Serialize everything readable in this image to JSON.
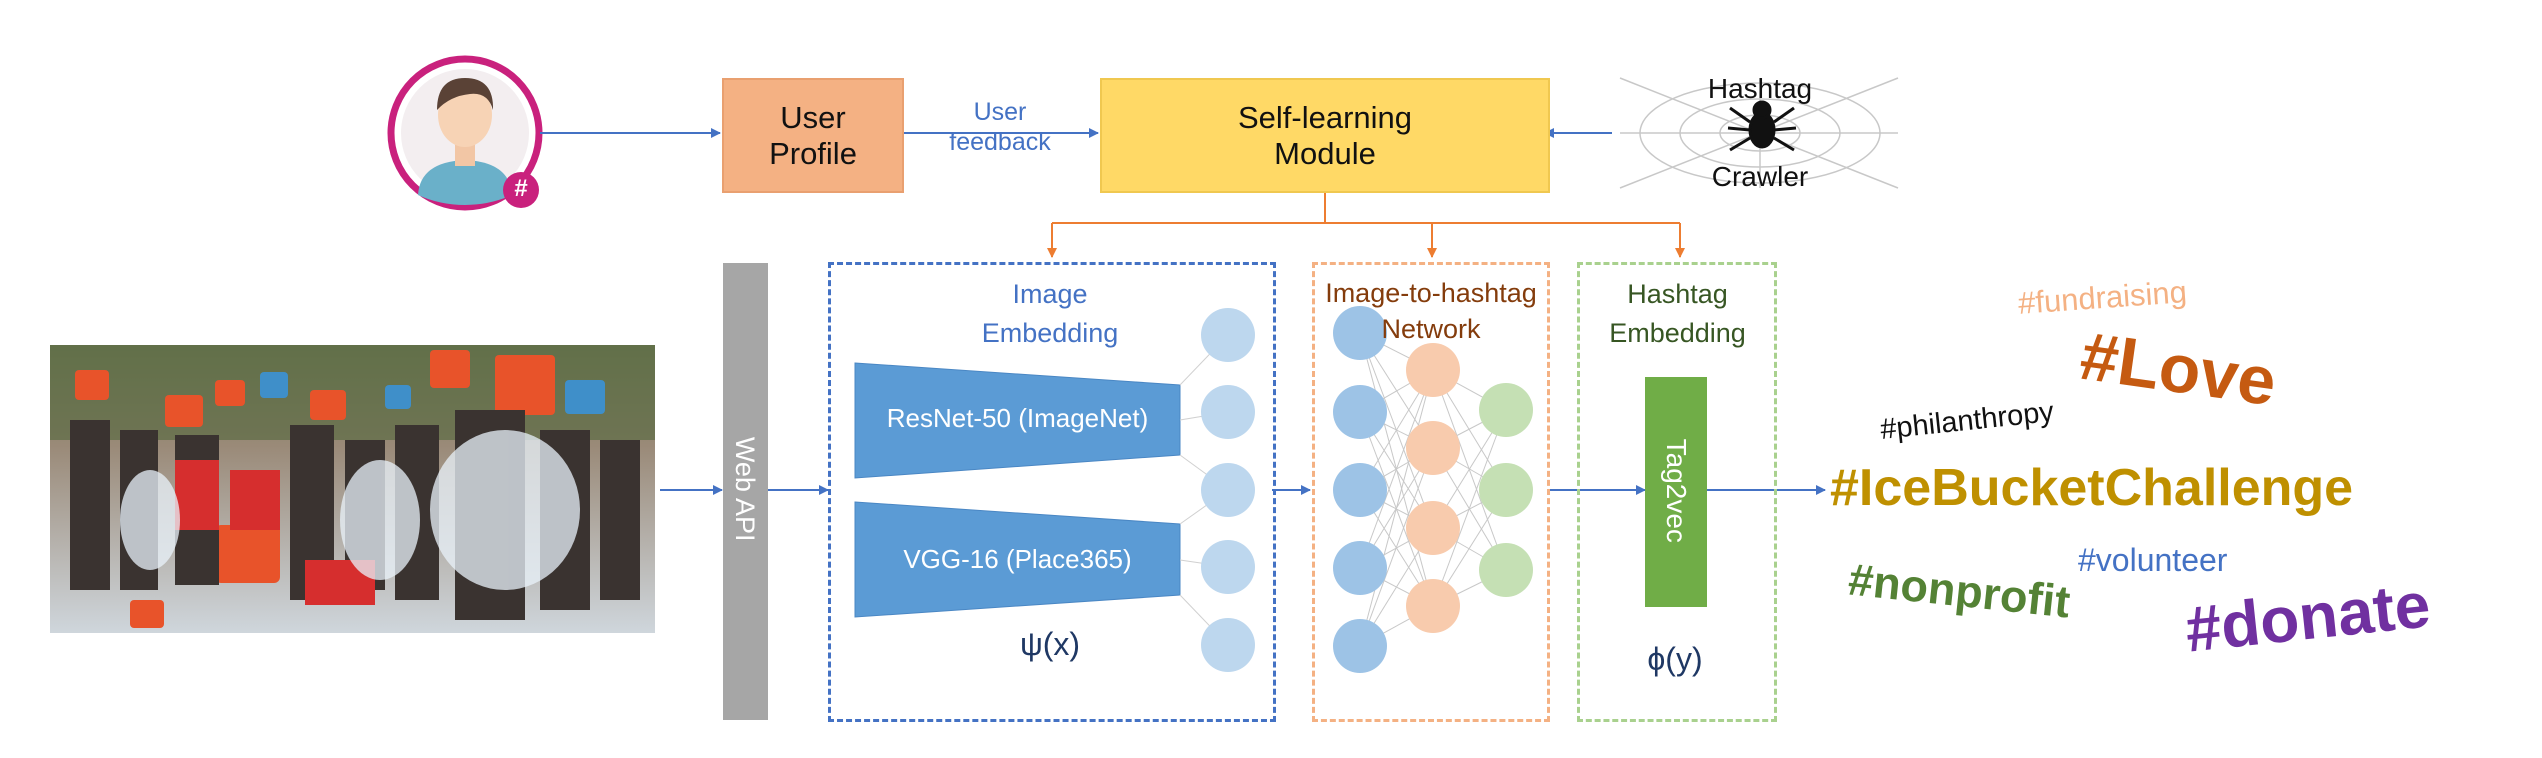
{
  "top_row": {
    "user_profile": "User Profile",
    "user_feedback": "User feedback",
    "self_learning": "Self-learning Module",
    "hashtag_crawler_top": "Hashtag",
    "hashtag_crawler_bottom": "Crawler",
    "avatar_badge": "#"
  },
  "pipeline": {
    "web_api": "Web API",
    "image_embedding": "Image Embedding",
    "resnet": "ResNet-50 (ImageNet)",
    "vgg": "VGG-16 (Place365)",
    "psi": "ψ(x)",
    "i2h_network": "Image-to-hashtag Network",
    "hashtag_embedding": "Hashtag Embedding",
    "tag2vec": "Tag2vec",
    "phi": "ϕ(y)"
  },
  "word_cloud": [
    {
      "text": "#fundraising",
      "color": "#f4b183"
    },
    {
      "text": "#Love",
      "color": "#c55a11"
    },
    {
      "text": "#philanthropy",
      "color": "#111111"
    },
    {
      "text": "#IceBucketChallenge",
      "color": "#bf9000"
    },
    {
      "text": "#volunteer",
      "color": "#4472c4"
    },
    {
      "text": "#nonprofit",
      "color": "#548235"
    },
    {
      "text": "#donate",
      "color": "#7030a0"
    }
  ],
  "colors": {
    "blue_arrow": "#4472c4",
    "orange_arrow": "#ed7d31",
    "user_profile_fill": "#f4b183",
    "self_learning_fill": "#ffd966",
    "encoder_fill": "#5b9bd5",
    "tag2vec_fill": "#70ad47",
    "web_api_fill": "#a6a6a6",
    "avatar_ring": "#c9217d"
  }
}
